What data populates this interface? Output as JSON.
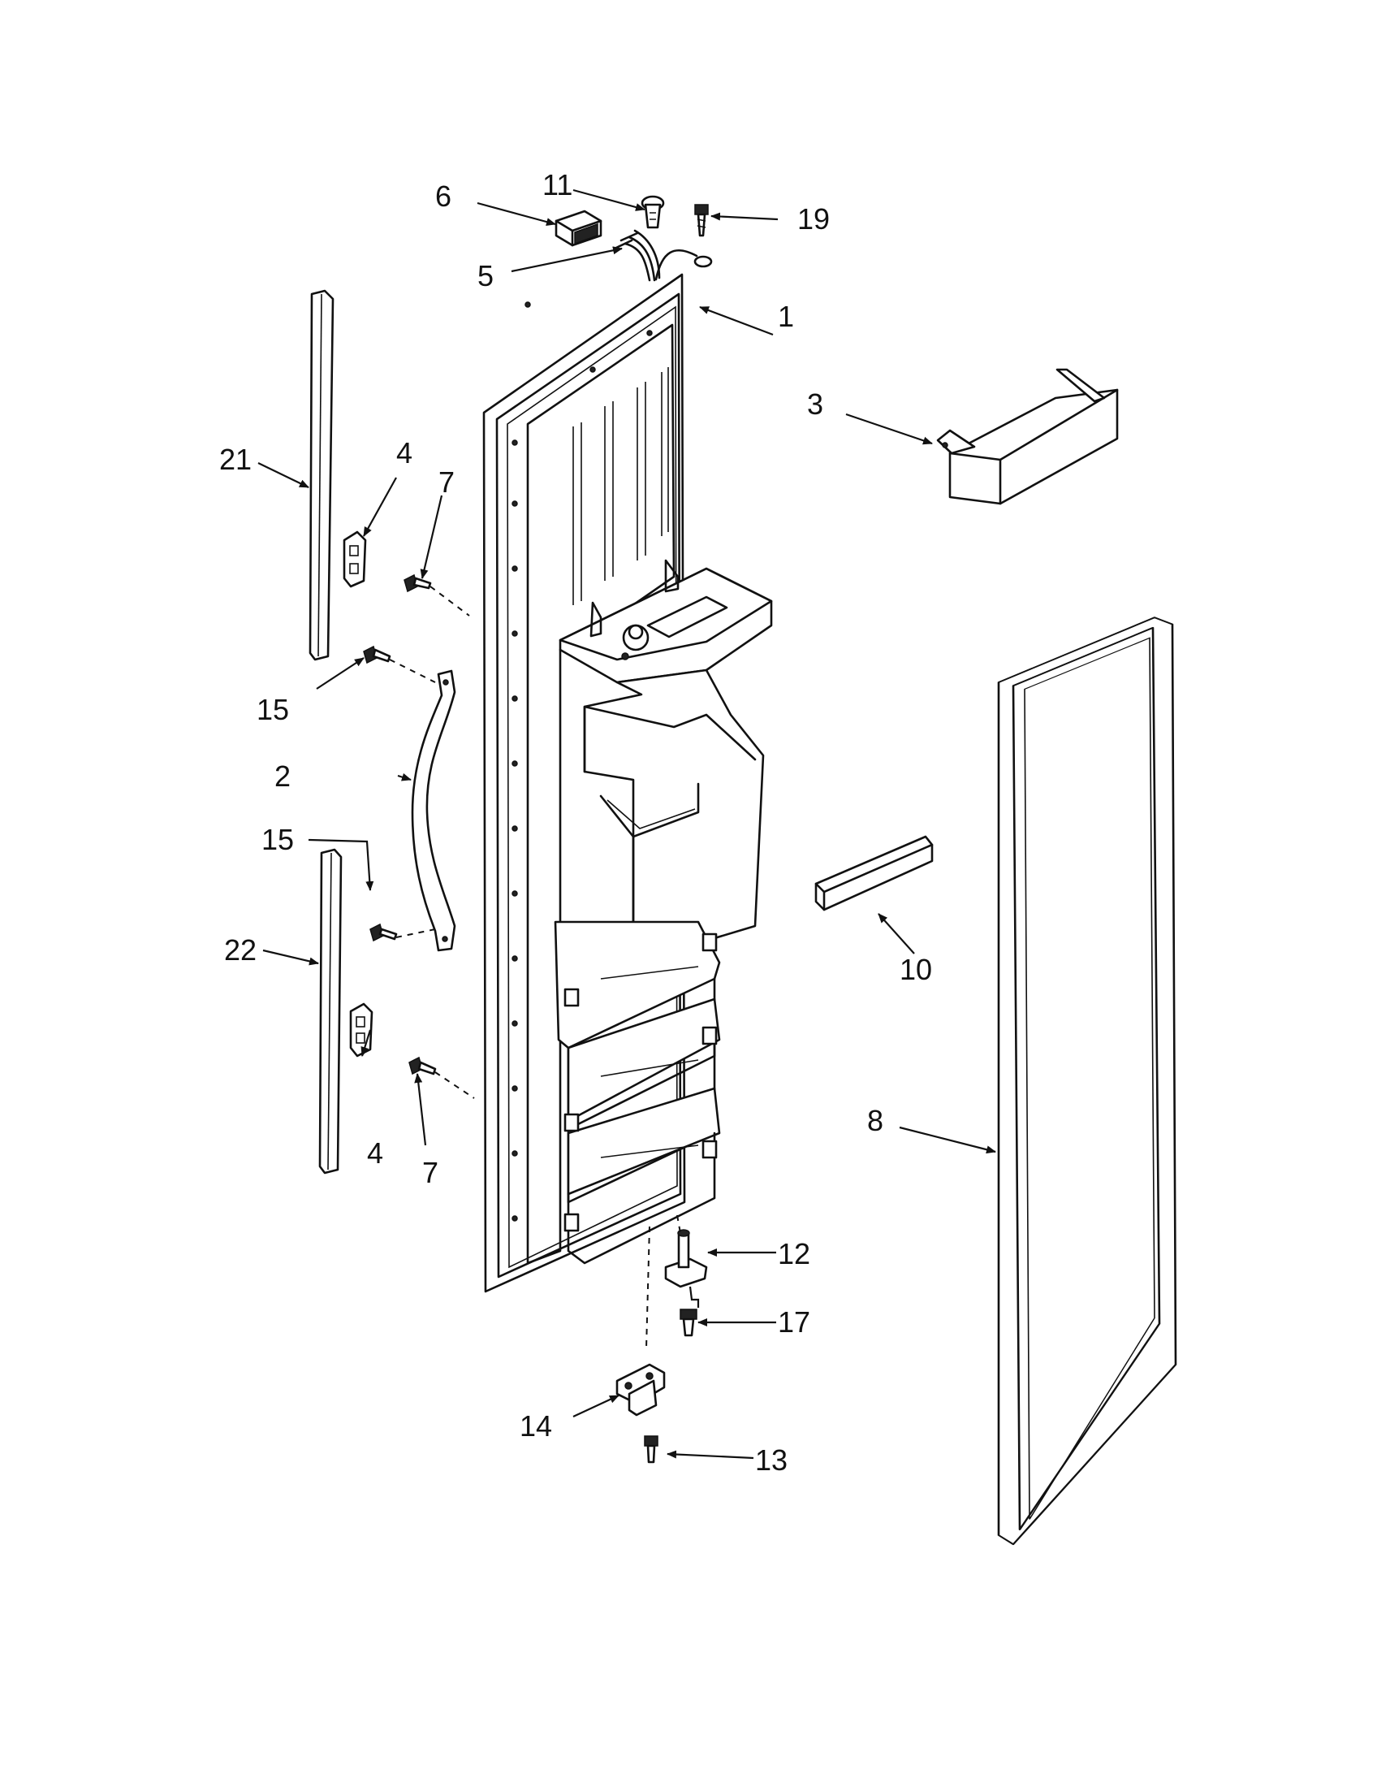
{
  "callouts": {
    "c1": "1",
    "c2": "2",
    "c3": "3",
    "c4a": "4",
    "c4b": "4",
    "c5": "5",
    "c6": "6",
    "c7a": "7",
    "c7b": "7",
    "c8": "8",
    "c10": "10",
    "c11": "11",
    "c12": "12",
    "c13": "13",
    "c14": "14",
    "c15a": "15",
    "c15b": "15",
    "c17": "17",
    "c19": "19",
    "c21": "21",
    "c22": "22"
  },
  "colors": {
    "line": "#111111",
    "background": "#ffffff"
  }
}
